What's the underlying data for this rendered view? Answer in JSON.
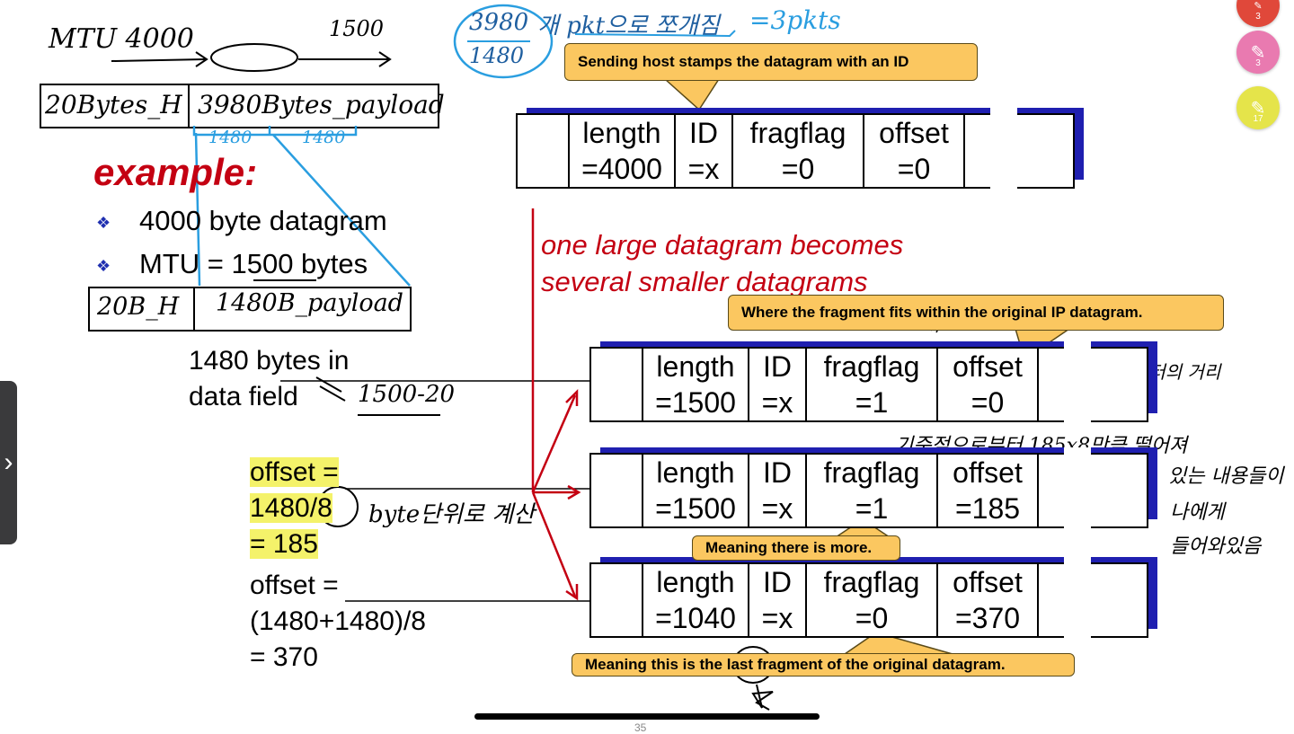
{
  "handwriting": {
    "mtu_label": "MTU 4000",
    "size_1500": "1500",
    "hdr_20": "20Bytes_H",
    "payload_3980": "3980Bytes_payload",
    "frag_a": "1480",
    "frag_b": "1480",
    "small_hdr": "20B_H",
    "small_payload": "1480B_payload",
    "fraction_top": "3980",
    "fraction_bottom": "1480",
    "pkt_note": "개 pkt으로 쪼개짐",
    "result_note": "=3pkts",
    "calc_note": "1500-20",
    "byte_note": "byte단위로 계산",
    "distance_note": "기준점으로부터의 거리",
    "offset_note": "기준점으로부터 185x8만큼 떨어져",
    "offset_note_2": "있는 내용들이",
    "offset_note_3": "나에게",
    "offset_note_4": "들어와있음"
  },
  "slide": {
    "example_title": "example:",
    "bullet_1": "4000 byte datagram",
    "bullet_2": "MTU = 1500 bytes",
    "data_field_1": "1480 bytes in",
    "data_field_2": "data field",
    "offset1_a": "offset =",
    "offset1_b": "1480/8",
    "offset1_c": "= 185",
    "offset2_a": "offset =",
    "offset2_b": "(1480+1480)/8",
    "offset2_c": "= 370",
    "red_line_1": "one large datagram becomes",
    "red_line_2": "several smaller datagrams"
  },
  "datagrams": {
    "original": {
      "length": "=4000",
      "id": "=x",
      "fragflag": "=0",
      "offset": "=0"
    },
    "frag1": {
      "length": "=1500",
      "id": "=x",
      "fragflag": "=1",
      "offset": "=0"
    },
    "frag2": {
      "length": "=1500",
      "id": "=x",
      "fragflag": "=1",
      "offset": "=185"
    },
    "frag3": {
      "length": "=1040",
      "id": "=x",
      "fragflag": "=0",
      "offset": "=370"
    },
    "headers": {
      "length": "length",
      "id": "ID",
      "fragflag": "fragflag",
      "offset": "offset"
    }
  },
  "callouts": {
    "stamp": "Sending host stamps the datagram with an ID",
    "fits": "Where the fragment fits within the original IP datagram.",
    "more": "Meaning there is more.",
    "last": "Meaning this is the last fragment of the original datagram."
  },
  "toolbar": {
    "tool1_count": "3",
    "tool2_count": "3",
    "tool3_count": "17",
    "side_tab": "›"
  },
  "footer": {
    "page": "35"
  },
  "colors": {
    "red": "#c40012",
    "blue_ink": "#2a9ee0",
    "navy": "#1f1fb0",
    "callout": "#fbc760",
    "highlight": "#f4f26a"
  }
}
